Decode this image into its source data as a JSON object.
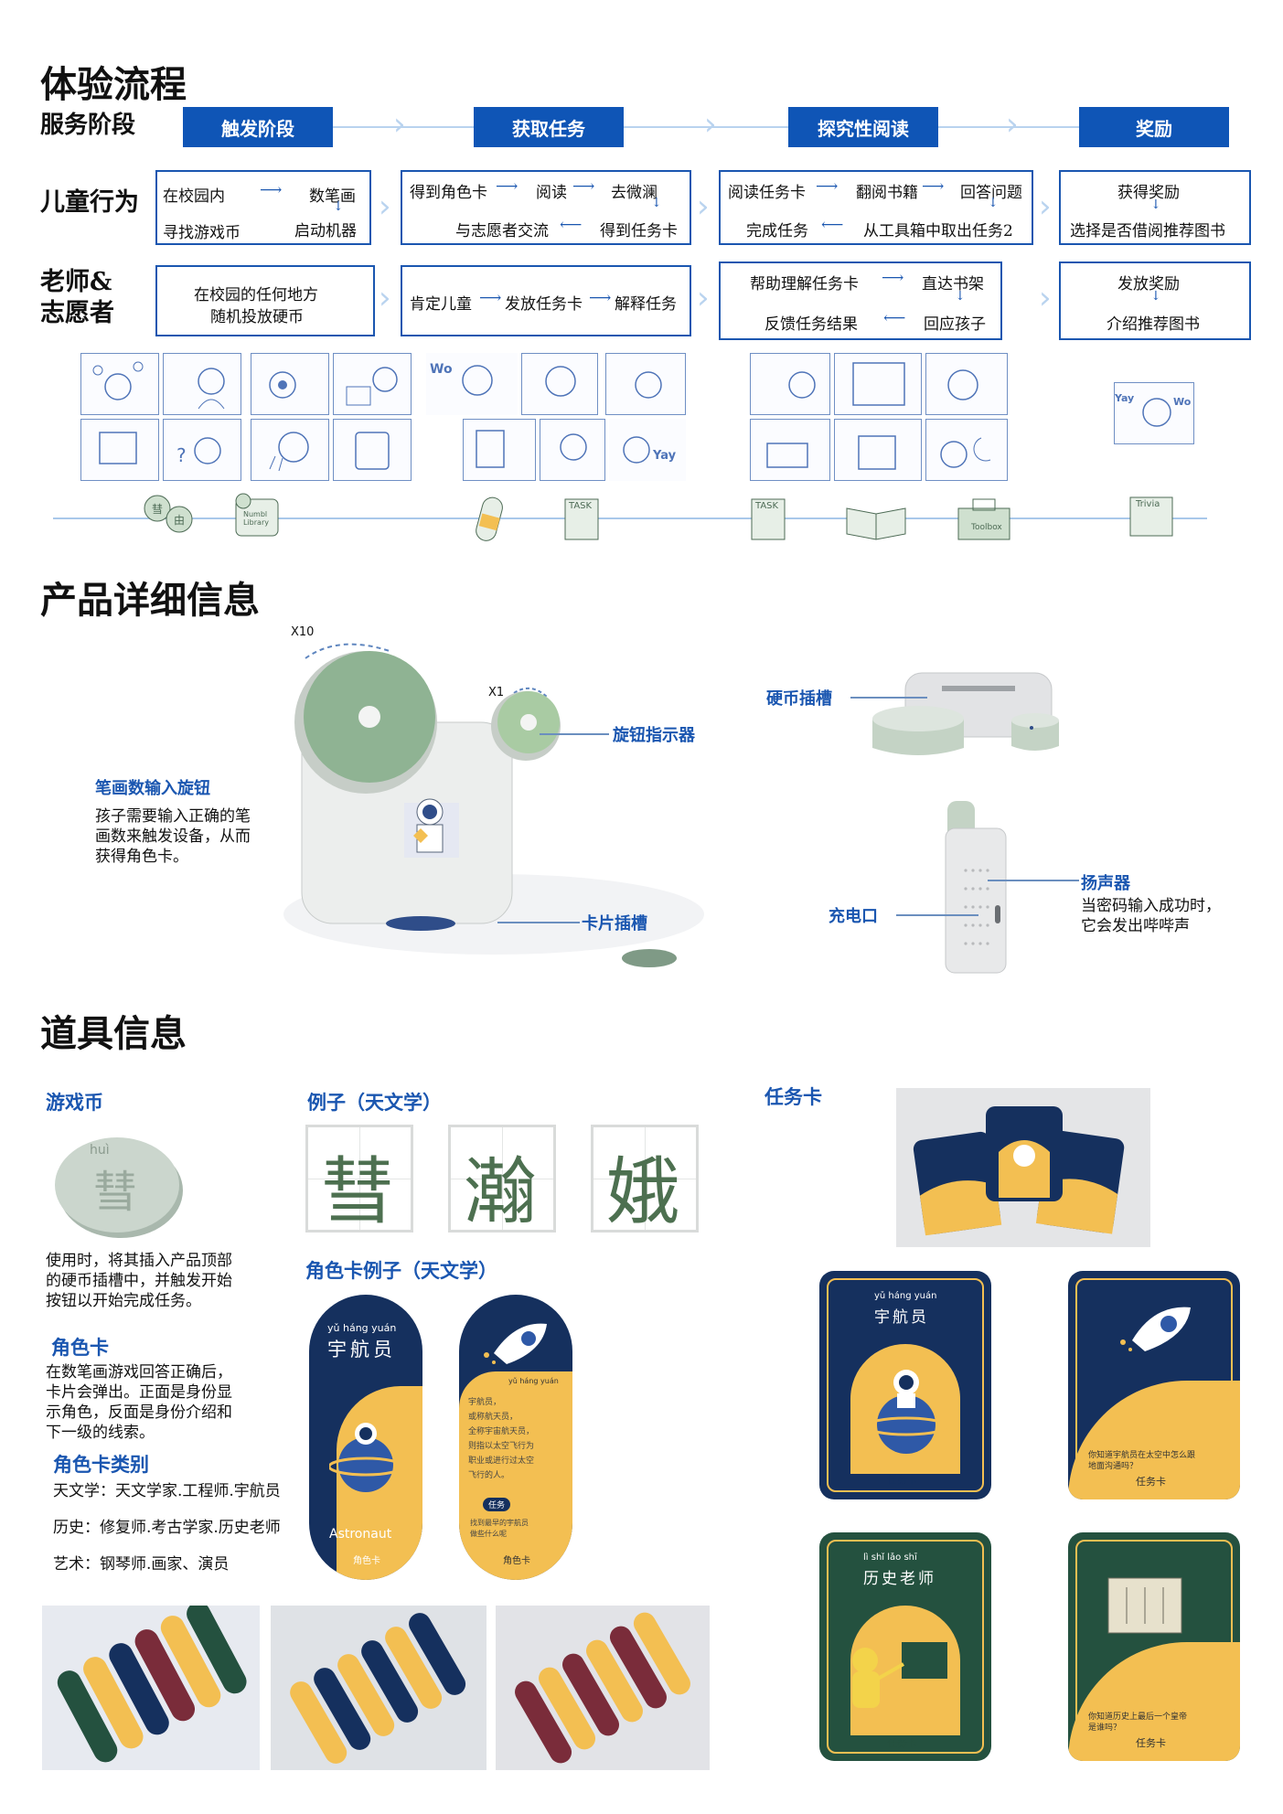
{
  "sections": {
    "flow_title": "体验流程",
    "product_title": "产品详细信息",
    "props_title": "道具信息"
  },
  "flow": {
    "row_labels": {
      "stage": "服务阶段",
      "child": "儿童行为",
      "teacher_1": "老师&",
      "teacher_2": "志愿者"
    },
    "stages": [
      "触发阶段",
      "获取任务",
      "探究性阅读",
      "奖励"
    ],
    "child_boxes": [
      {
        "a": "在校园内",
        "b": "数笔画",
        "c": "寻找游戏币",
        "d": "启动机器"
      },
      {
        "a": "得到角色卡",
        "b": "阅读",
        "c": "去微澜",
        "d": "与志愿者交流",
        "e": "得到任务卡"
      },
      {
        "a": "阅读任务卡",
        "b": "翻阅书籍",
        "c": "回答问题",
        "d": "完成任务",
        "e": "从工具箱中取出任务2"
      },
      {
        "a": "获得奖励",
        "b": "选择是否借阅推荐图书"
      }
    ],
    "teacher_boxes": [
      {
        "a": "在校园的任何地方",
        "b": "随机投放硬币"
      },
      {
        "a": "肯定儿童",
        "b": "发放任务卡",
        "c": "解释任务"
      },
      {
        "a": "帮助理解任务卡",
        "b": "直达书架",
        "c": "反馈任务结果",
        "d": "回应孩子"
      },
      {
        "a": "发放奖励",
        "b": "介绍推荐图书"
      }
    ],
    "timeline_icons": [
      "coin-icon",
      "machine-icon",
      "role-card-icon",
      "task-card-icon",
      "task-card-icon",
      "book-icon",
      "toolbox-icon",
      "trivia-card-icon"
    ],
    "timeline_labels": {
      "library": "Numbl Library",
      "task1": "TASK",
      "task2": "TASK",
      "toolbox": "Toolbox",
      "trivia": "Trivia"
    }
  },
  "product": {
    "x10": "X10",
    "x1": "X1",
    "knob_title": "笔画数输入旋钮",
    "knob_desc": [
      "孩子需要输入正确的笔",
      "画数来触发设备，从而",
      "获得角色卡。"
    ],
    "indicator": "旋钮指示器",
    "card_slot": "卡片插槽",
    "coin_slot": "硬币插槽",
    "charge_port": "充电口",
    "speaker_title": "扬声器",
    "speaker_desc": [
      "当密码输入成功时，",
      "它会发出哔哔声"
    ]
  },
  "props": {
    "coin_title": "游戏币",
    "coin_pinyin": "huì",
    "coin_char": "彗",
    "coin_desc": [
      "使用时，将其插入产品顶部",
      "的硬币插槽中，并触发开始",
      "按钮以开始完成任务。"
    ],
    "example_title": "例子（天文学）",
    "example_chars": [
      "彗",
      "瀚",
      "娥"
    ],
    "role_title": "角色卡",
    "role_desc": [
      "在数笔画游戏回答正确后，",
      "卡片会弹出。正面是身份显",
      "示角色，反面是身份介绍和",
      "下一级的线索。"
    ],
    "role_type_title": "角色卡类别",
    "role_types": [
      "天文学：天文学家.工程师.宇航员",
      "历史：修复师.考古学家.历史老师",
      "艺术：钢琴师.画家、演员"
    ],
    "role_example_title": "角色卡例子（天文学）",
    "role_front": {
      "pinyin": "yǔ háng yuán",
      "name": "宇航员",
      "en": "Astronaut",
      "footer": "角色卡"
    },
    "role_back": {
      "pinyin": "yǔ háng yuán",
      "text": [
        "宇航员，",
        "或称航天员，",
        "全称宇宙航天员，",
        "则指以太空飞行为",
        "职业或进行过太空",
        "飞行的人。"
      ],
      "badge": "任务",
      "clue": [
        "找到最早的宇航员",
        "做些什么呢"
      ],
      "footer": "角色卡"
    },
    "task_title": "任务卡",
    "task_cards": {
      "astronaut_pinyin": "yǔ háng yuán",
      "astronaut_name": "宇航员",
      "task_label": "任务卡",
      "space_q": [
        "你知道宇航员在太空中怎么跟",
        "地面沟通吗？"
      ],
      "history_pinyin": "lì shǐ lǎo shī",
      "history_name": "历史老师",
      "history_q": [
        "你知道历史上最后一个皇帝",
        "是谁吗？"
      ]
    }
  }
}
